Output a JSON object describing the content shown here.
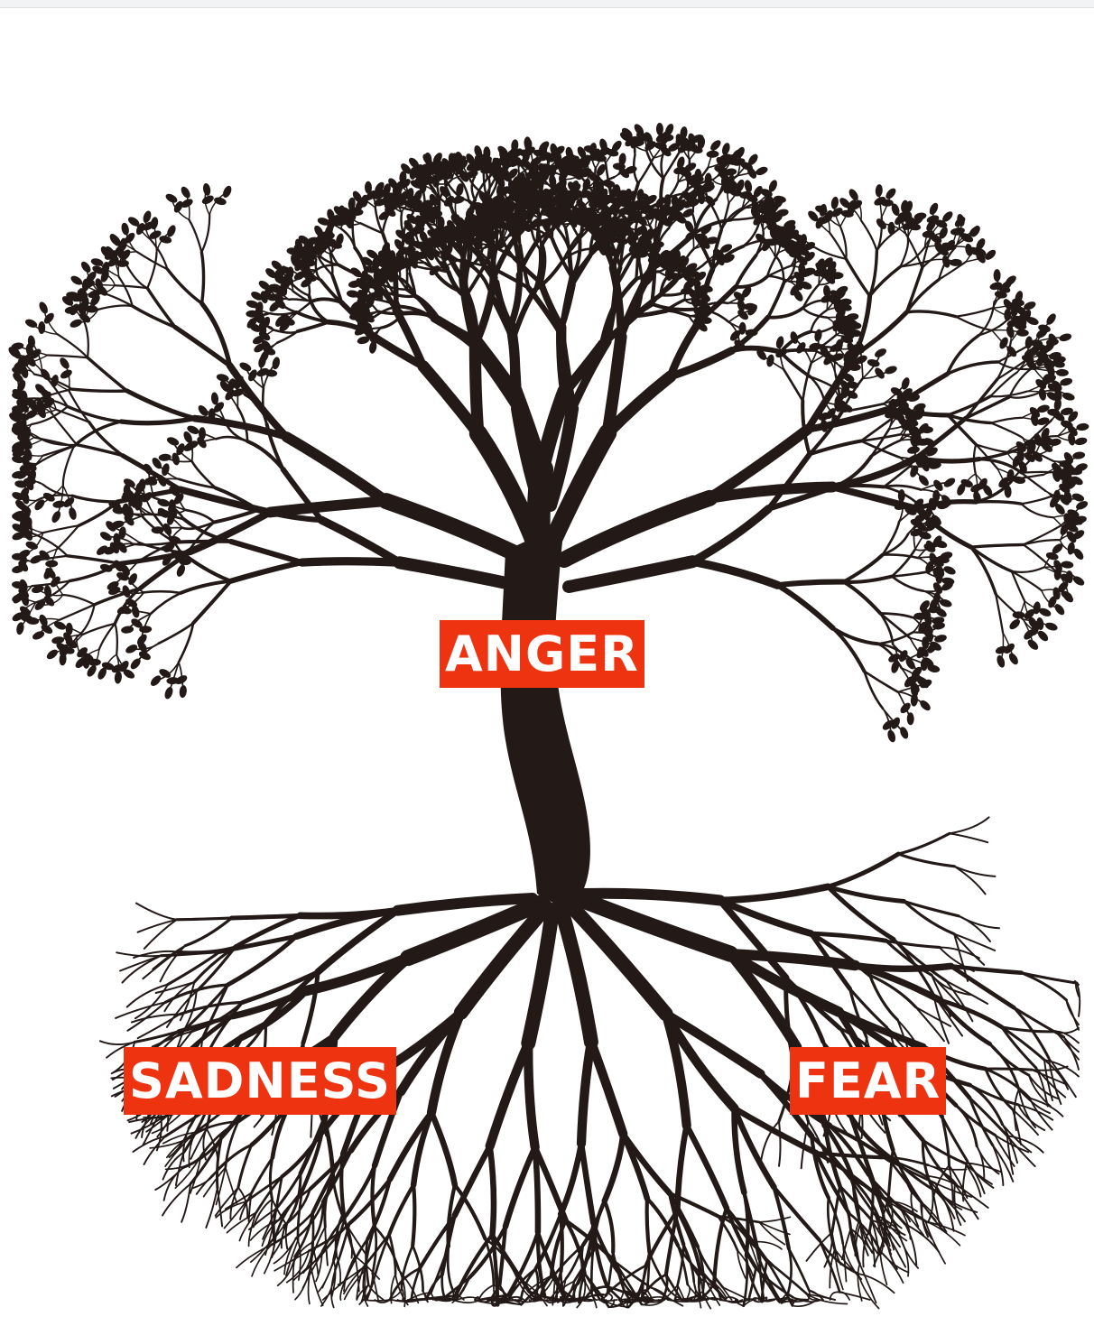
{
  "labels": {
    "anger": "ANGER",
    "sadness": "SADNESS",
    "fear": "FEAR"
  },
  "colors": {
    "label_background": "#ee3311",
    "label_text": "#ffffff",
    "tree": "#231a18",
    "page_background": "#ffffff"
  }
}
